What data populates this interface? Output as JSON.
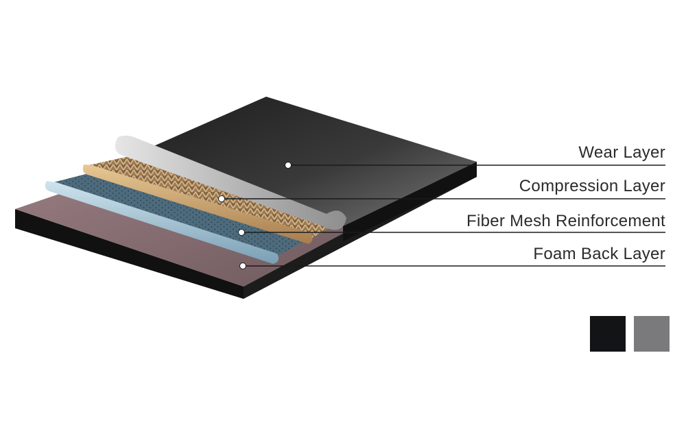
{
  "layers": [
    {
      "label": "Wear Layer",
      "color": "#2a2a2a"
    },
    {
      "label": "Compression Layer",
      "color": "#b08a5c"
    },
    {
      "label": "Fiber Mesh Reinforcement",
      "color": "#4f6f82"
    },
    {
      "label": "Foam Back Layer",
      "color": "#8a6e72"
    }
  ],
  "swatches": [
    {
      "name": "black",
      "color": "#121416"
    },
    {
      "name": "grey",
      "color": "#7a7a7d"
    }
  ],
  "base_color": "#111111",
  "callout_color": "#1a1a1a"
}
